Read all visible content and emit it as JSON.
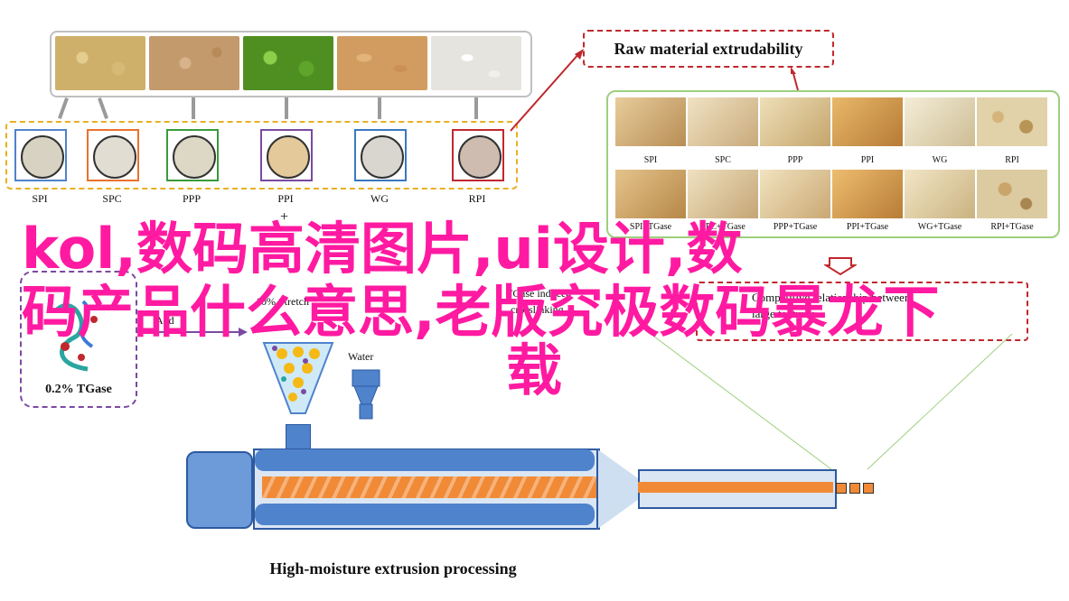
{
  "diagram": {
    "title": "Raw material extrudability",
    "powders": [
      "SPI",
      "SPC",
      "PPP",
      "PPI",
      "WG",
      "RPI"
    ],
    "products_row1": [
      "SPI",
      "SPC",
      "PPP",
      "PPI",
      "WG",
      "RPI"
    ],
    "products_row2": [
      "SPI+TGase",
      "SPC+TGase",
      "PPP+TGase",
      "PPI+TGase",
      "WG+TGase",
      "RPI+TGase"
    ],
    "process_label": "High-moisture extrusion processing",
    "water_label": "Water",
    "tgase_label": "0.2% TGase",
    "stretch_label": "10% Stretch",
    "add_label": "Add",
    "tgase_induced": "TGase induced",
    "crosslinking": "crosslinking",
    "correlation": "Competitive relationship between",
    "correlation2": "large textures",
    "plus_sign": "+"
  },
  "overlay": {
    "line1": "kol,数码高清图片,ui设计,数",
    "line2": "码产品什么意思,老版究极数码暴龙下",
    "line3": "载"
  },
  "colors": {
    "overlay": "#ff1aa1",
    "title_border": "#c0282d",
    "powder_border": "#e9b021",
    "photo_border": "#9ecf7e",
    "extruder_blue": "#4f83cc",
    "extruder_orange": "#f08a36"
  }
}
